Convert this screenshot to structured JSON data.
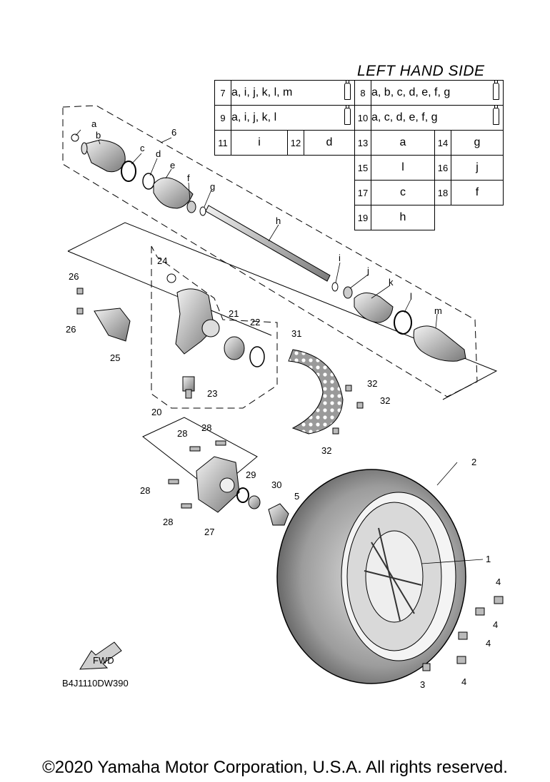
{
  "title": "LEFT HAND SIDE",
  "diagram_code": "B4J1110DW390",
  "copyright": "©2020 Yamaha Motor Corporation, U.S.A. All rights reserved.",
  "fwd_label": "FWD",
  "legend": {
    "row1": [
      {
        "num": "7",
        "value": "a, i, j, k, l, m"
      },
      {
        "num": "8",
        "value": "a, b, c, d, e, f, g"
      }
    ],
    "row2": [
      {
        "num": "9",
        "value": "a, i, j, k, l"
      },
      {
        "num": "10",
        "value": "a, c, d, e, f, g"
      }
    ],
    "row3": [
      {
        "num": "11",
        "value": "i"
      },
      {
        "num": "12",
        "value": "d"
      },
      {
        "num": "13",
        "value": "a"
      },
      {
        "num": "14",
        "value": "g"
      }
    ],
    "row4": [
      {
        "num": "15",
        "value": "l"
      },
      {
        "num": "16",
        "value": "j"
      }
    ],
    "row5": [
      {
        "num": "17",
        "value": "c"
      },
      {
        "num": "18",
        "value": "f"
      }
    ],
    "row6": [
      {
        "num": "19",
        "value": "h"
      }
    ]
  },
  "callouts": {
    "c1": "1",
    "c2": "2",
    "c3": "3",
    "c4a": "4",
    "c4b": "4",
    "c4c": "4",
    "c4d": "4",
    "c5": "5",
    "c6": "6",
    "c20": "20",
    "c21": "21",
    "c22": "22",
    "c23": "23",
    "c24": "24",
    "c25": "25",
    "c26a": "26",
    "c26b": "26",
    "c27": "27",
    "c28a": "28",
    "c28b": "28",
    "c28c": "28",
    "c28d": "28",
    "c29": "29",
    "c30": "30",
    "c31": "31",
    "c32a": "32",
    "c32b": "32",
    "c32c": "32",
    "ca": "a",
    "cb": "b",
    "cc": "c",
    "cd": "d",
    "ce": "e",
    "cf": "f",
    "cg": "g",
    "ch": "h",
    "ci": "i",
    "cj": "j",
    "ck": "k",
    "cl": "l",
    "cm": "m"
  }
}
